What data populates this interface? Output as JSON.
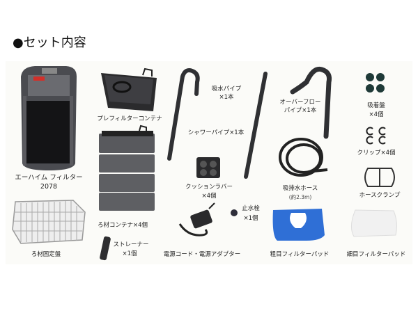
{
  "title": "●セット内容",
  "items": {
    "filter": {
      "name": "エーハイム フィルター",
      "model": "2078"
    },
    "prefilter": {
      "name": "プレフィルターコンテナ"
    },
    "media_container": {
      "name": "ろ材コンテナ×4個"
    },
    "media_plate": {
      "name": "ろ材固定盤"
    },
    "strainer": {
      "name": "ストレーナー",
      "qty": "×1個"
    },
    "intake_pipe": {
      "name": "吸水パイプ",
      "qty": "×1本"
    },
    "shower_pipe": {
      "name": "シャワーパイプ×1本"
    },
    "cushion": {
      "name": "クッションラバー",
      "qty": "×4個"
    },
    "power": {
      "name": "電源コード・電源アダプター"
    },
    "stopper": {
      "name": "止水栓",
      "qty": "×1個"
    },
    "overflow": {
      "name": "オーバーフロー",
      "qty": "パイプ×1本"
    },
    "hose": {
      "name": "吸排水ホース",
      "note": "(約2.3m)"
    },
    "suction": {
      "name": "吸着盤",
      "qty": "×4個"
    },
    "clip": {
      "name": "クリップ×4個"
    },
    "clamp": {
      "name": "ホースクランプ"
    },
    "coarse_pad": {
      "name": "粗目フィルターパッド"
    },
    "fine_pad": {
      "name": "細目フィルターパッド"
    }
  },
  "colors": {
    "blue_pad": "#2f6fd6",
    "dark": "#2a2a2c",
    "red": "#d2302a"
  }
}
